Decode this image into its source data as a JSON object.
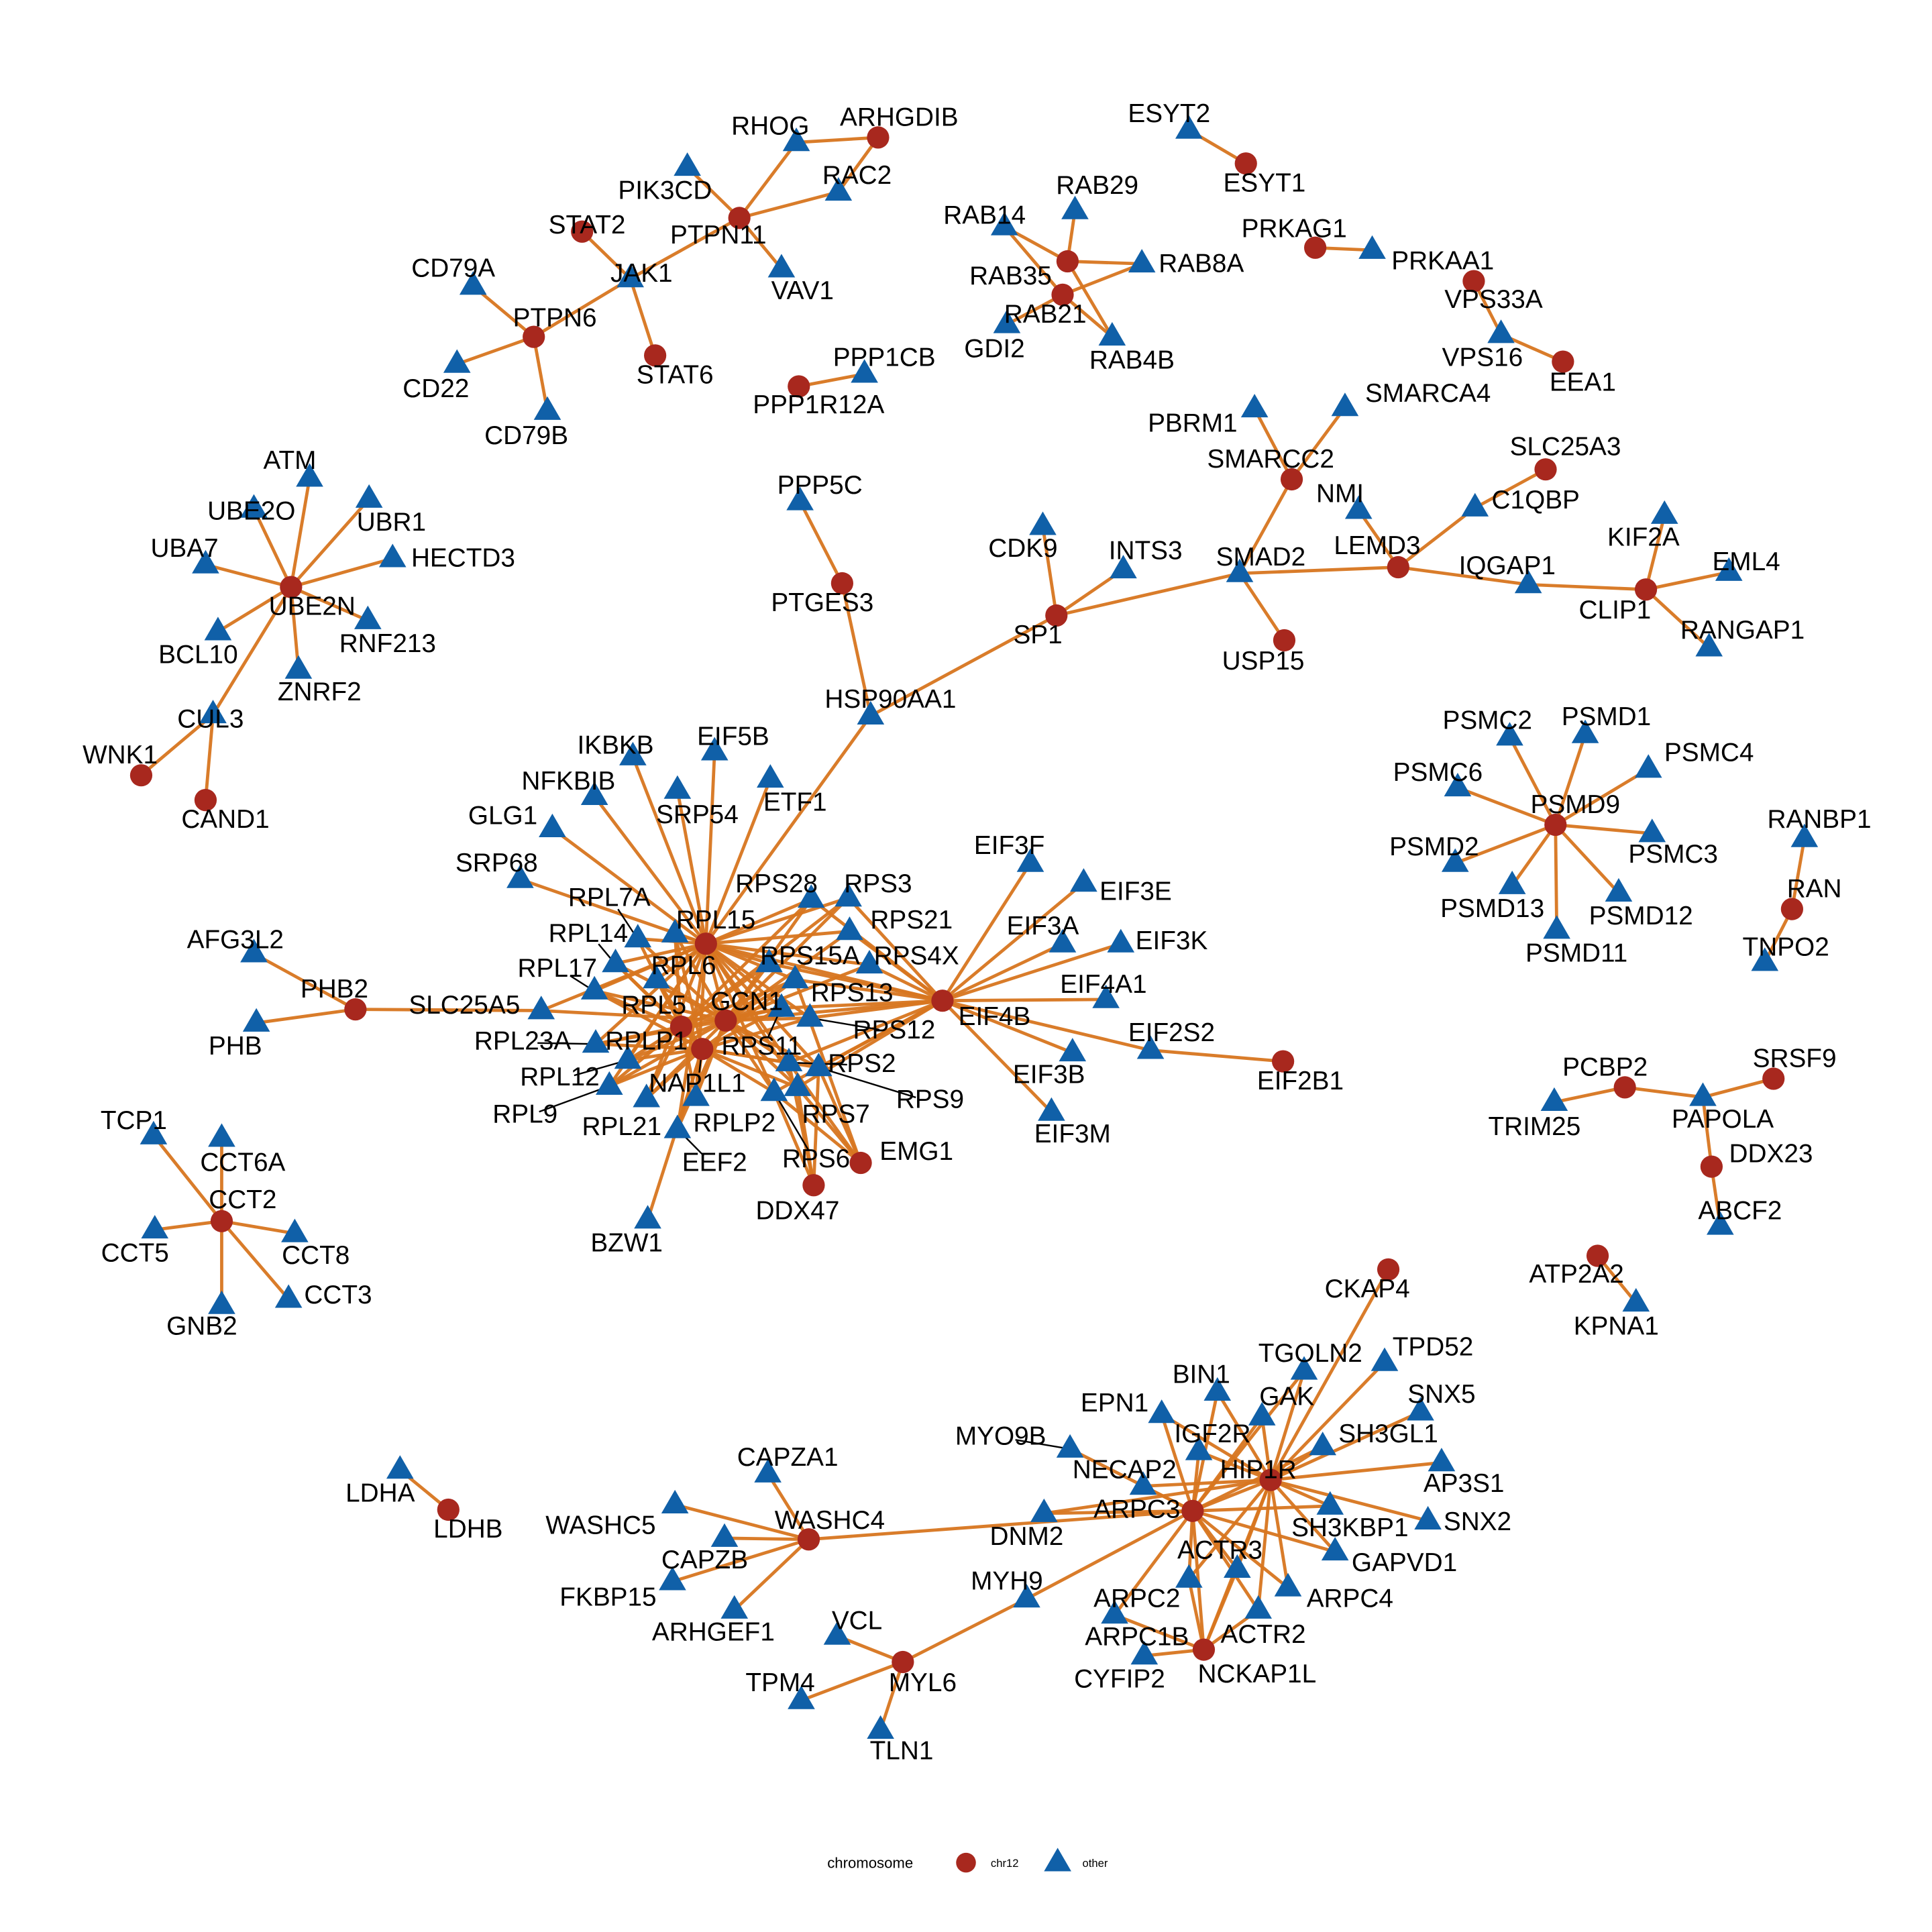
{
  "colors": {
    "edge": "#D8761F",
    "chr12": "#A8281E",
    "other": "#1060A8"
  },
  "legend": {
    "title": "chromosome",
    "items": [
      {
        "label": "chr12",
        "shape": "circle"
      },
      {
        "label": "other",
        "shape": "triangle"
      }
    ]
  },
  "nodes": [
    {
      "name": "RHOG",
      "group": "other"
    },
    {
      "name": "ARHGDIB",
      "group": "chr12"
    },
    {
      "name": "PIK3CD",
      "group": "other"
    },
    {
      "name": "RAC2",
      "group": "other"
    },
    {
      "name": "PTPN11",
      "group": "chr12"
    },
    {
      "name": "STAT2",
      "group": "chr12"
    },
    {
      "name": "JAK1",
      "group": "other"
    },
    {
      "name": "VAV1",
      "group": "other"
    },
    {
      "name": "CD79A",
      "group": "other"
    },
    {
      "name": "PTPN6",
      "group": "chr12"
    },
    {
      "name": "STAT6",
      "group": "chr12"
    },
    {
      "name": "CD22",
      "group": "other"
    },
    {
      "name": "CD79B",
      "group": "other"
    },
    {
      "name": "ESYT2",
      "group": "other"
    },
    {
      "name": "ESYT1",
      "group": "chr12"
    },
    {
      "name": "RAB29",
      "group": "other"
    },
    {
      "name": "RAB14",
      "group": "other"
    },
    {
      "name": "RAB35",
      "group": "chr12"
    },
    {
      "name": "RAB8A",
      "group": "other"
    },
    {
      "name": "RAB21",
      "group": "chr12"
    },
    {
      "name": "GDI2",
      "group": "other"
    },
    {
      "name": "RAB4B",
      "group": "other"
    },
    {
      "name": "PRKAG1",
      "group": "chr12"
    },
    {
      "name": "PRKAA1",
      "group": "other"
    },
    {
      "name": "VPS33A",
      "group": "chr12"
    },
    {
      "name": "VPS16",
      "group": "other"
    },
    {
      "name": "EEA1",
      "group": "chr12"
    },
    {
      "name": "PPP1CB",
      "group": "other"
    },
    {
      "name": "PPP1R12A",
      "group": "chr12"
    },
    {
      "name": "PBRM1",
      "group": "other"
    },
    {
      "name": "SMARCA4",
      "group": "other"
    },
    {
      "name": "SMARCC2",
      "group": "chr12"
    },
    {
      "name": "NMI",
      "group": "other"
    },
    {
      "name": "C1QBP",
      "group": "other"
    },
    {
      "name": "SLC25A3",
      "group": "chr12"
    },
    {
      "name": "LEMD3",
      "group": "chr12"
    },
    {
      "name": "SMAD2",
      "group": "other"
    },
    {
      "name": "USP15",
      "group": "chr12"
    },
    {
      "name": "IQGAP1",
      "group": "other"
    },
    {
      "name": "CLIP1",
      "group": "chr12"
    },
    {
      "name": "KIF2A",
      "group": "other"
    },
    {
      "name": "EML4",
      "group": "other"
    },
    {
      "name": "RANGAP1",
      "group": "other"
    },
    {
      "name": "CDK9",
      "group": "other"
    },
    {
      "name": "INTS3",
      "group": "other"
    },
    {
      "name": "SP1",
      "group": "chr12"
    },
    {
      "name": "PTGES3",
      "group": "chr12"
    },
    {
      "name": "PPP5C",
      "group": "other"
    },
    {
      "name": "HSP90AA1",
      "group": "other"
    },
    {
      "name": "UBE2N",
      "group": "chr12"
    },
    {
      "name": "ATM",
      "group": "other"
    },
    {
      "name": "UBE2O",
      "group": "other"
    },
    {
      "name": "UBR1",
      "group": "other"
    },
    {
      "name": "UBA7",
      "group": "other"
    },
    {
      "name": "HECTD3",
      "group": "other"
    },
    {
      "name": "RNF213",
      "group": "other"
    },
    {
      "name": "BCL10",
      "group": "other"
    },
    {
      "name": "ZNRF2",
      "group": "other"
    },
    {
      "name": "CUL3",
      "group": "other"
    },
    {
      "name": "WNK1",
      "group": "chr12"
    },
    {
      "name": "CAND1",
      "group": "chr12"
    },
    {
      "name": "RPL15",
      "group": "chr12"
    },
    {
      "name": "GCN1",
      "group": "chr12"
    },
    {
      "name": "RPLP1",
      "group": "chr12"
    },
    {
      "name": "NAP1L1",
      "group": "chr12"
    },
    {
      "name": "RPL7A",
      "group": "other"
    },
    {
      "name": "RPL6",
      "group": "other"
    },
    {
      "name": "RPL14",
      "group": "other"
    },
    {
      "name": "RPL17",
      "group": "other"
    },
    {
      "name": "RPL5",
      "group": "other"
    },
    {
      "name": "SLC25A5",
      "group": "other"
    },
    {
      "name": "RPL23A",
      "group": "other"
    },
    {
      "name": "RPL12",
      "group": "other"
    },
    {
      "name": "RPL9",
      "group": "other"
    },
    {
      "name": "RPL21",
      "group": "other"
    },
    {
      "name": "RPLP2",
      "group": "other"
    },
    {
      "name": "EEF2",
      "group": "other"
    },
    {
      "name": "RPS11",
      "group": "other"
    },
    {
      "name": "RPS12",
      "group": "other"
    },
    {
      "name": "RPS13",
      "group": "other"
    },
    {
      "name": "RPS15A",
      "group": "other"
    },
    {
      "name": "RPS4X",
      "group": "other"
    },
    {
      "name": "RPS21",
      "group": "other"
    },
    {
      "name": "RPS3",
      "group": "other"
    },
    {
      "name": "RPS28",
      "group": "other"
    },
    {
      "name": "RPS2",
      "group": "other"
    },
    {
      "name": "RPS9",
      "group": "other"
    },
    {
      "name": "RPS7",
      "group": "other"
    },
    {
      "name": "RPS6",
      "group": "other"
    },
    {
      "name": "EMG1",
      "group": "chr12"
    },
    {
      "name": "DDX47",
      "group": "chr12"
    },
    {
      "name": "EIF4B",
      "group": "chr12"
    },
    {
      "name": "BZW1",
      "group": "other"
    },
    {
      "name": "IKBKB",
      "group": "other"
    },
    {
      "name": "EIF5B",
      "group": "other"
    },
    {
      "name": "NFKBIB",
      "group": "other"
    },
    {
      "name": "SRP54",
      "group": "other"
    },
    {
      "name": "ETF1",
      "group": "other"
    },
    {
      "name": "GLG1",
      "group": "other"
    },
    {
      "name": "SRP68",
      "group": "other"
    },
    {
      "name": "EIF3F",
      "group": "other"
    },
    {
      "name": "EIF3E",
      "group": "other"
    },
    {
      "name": "EIF3A",
      "group": "other"
    },
    {
      "name": "EIF3K",
      "group": "other"
    },
    {
      "name": "EIF4A1",
      "group": "other"
    },
    {
      "name": "EIF2S2",
      "group": "other"
    },
    {
      "name": "EIF2B1",
      "group": "chr12"
    },
    {
      "name": "EIF3B",
      "group": "other"
    },
    {
      "name": "EIF3M",
      "group": "other"
    },
    {
      "name": "PHB2",
      "group": "chr12"
    },
    {
      "name": "AFG3L2",
      "group": "other"
    },
    {
      "name": "PHB",
      "group": "other"
    },
    {
      "name": "CCT2",
      "group": "chr12"
    },
    {
      "name": "TCP1",
      "group": "other"
    },
    {
      "name": "CCT6A",
      "group": "other"
    },
    {
      "name": "CCT5",
      "group": "other"
    },
    {
      "name": "CCT8",
      "group": "other"
    },
    {
      "name": "CCT3",
      "group": "other"
    },
    {
      "name": "GNB2",
      "group": "other"
    },
    {
      "name": "PSMD9",
      "group": "chr12"
    },
    {
      "name": "PSMC2",
      "group": "other"
    },
    {
      "name": "PSMD1",
      "group": "other"
    },
    {
      "name": "PSMC4",
      "group": "other"
    },
    {
      "name": "PSMC6",
      "group": "other"
    },
    {
      "name": "PSMD2",
      "group": "other"
    },
    {
      "name": "PSMC3",
      "group": "other"
    },
    {
      "name": "PSMD13",
      "group": "other"
    },
    {
      "name": "PSMD12",
      "group": "other"
    },
    {
      "name": "PSMD11",
      "group": "other"
    },
    {
      "name": "RANBP1",
      "group": "other"
    },
    {
      "name": "RAN",
      "group": "chr12"
    },
    {
      "name": "TNPO2",
      "group": "other"
    },
    {
      "name": "PCBP2",
      "group": "chr12"
    },
    {
      "name": "TRIM25",
      "group": "other"
    },
    {
      "name": "PAPOLA",
      "group": "other"
    },
    {
      "name": "SRSF9",
      "group": "chr12"
    },
    {
      "name": "DDX23",
      "group": "chr12"
    },
    {
      "name": "ABCF2",
      "group": "other"
    },
    {
      "name": "ATP2A2",
      "group": "chr12"
    },
    {
      "name": "KPNA1",
      "group": "other"
    },
    {
      "name": "CKAP4",
      "group": "chr12"
    },
    {
      "name": "HIP1R",
      "group": "chr12"
    },
    {
      "name": "ARPC3",
      "group": "chr12"
    },
    {
      "name": "NCKAP1L",
      "group": "chr12"
    },
    {
      "name": "DNM2",
      "group": "other"
    },
    {
      "name": "MYO9B",
      "group": "other"
    },
    {
      "name": "EPN1",
      "group": "other"
    },
    {
      "name": "BIN1",
      "group": "other"
    },
    {
      "name": "TGOLN2",
      "group": "other"
    },
    {
      "name": "GAK",
      "group": "other"
    },
    {
      "name": "IGF2R",
      "group": "other"
    },
    {
      "name": "NECAP2",
      "group": "other"
    },
    {
      "name": "SH3GL1",
      "group": "other"
    },
    {
      "name": "ACTR3",
      "group": "other"
    },
    {
      "name": "ARPC2",
      "group": "other"
    },
    {
      "name": "ARPC1B",
      "group": "other"
    },
    {
      "name": "CYFIP2",
      "group": "other"
    },
    {
      "name": "ARPC4",
      "group": "other"
    },
    {
      "name": "ACTR2",
      "group": "other"
    },
    {
      "name": "TPD52",
      "group": "other"
    },
    {
      "name": "SNX5",
      "group": "other"
    },
    {
      "name": "AP3S1",
      "group": "other"
    },
    {
      "name": "SH3KBP1",
      "group": "other"
    },
    {
      "name": "SNX2",
      "group": "other"
    },
    {
      "name": "GAPVD1",
      "group": "other"
    },
    {
      "name": "WASHC4",
      "group": "chr12"
    },
    {
      "name": "CAPZA1",
      "group": "other"
    },
    {
      "name": "WASHC5",
      "group": "other"
    },
    {
      "name": "CAPZB",
      "group": "other"
    },
    {
      "name": "FKBP15",
      "group": "other"
    },
    {
      "name": "ARHGEF1",
      "group": "other"
    },
    {
      "name": "MYH9",
      "group": "other"
    },
    {
      "name": "MYL6",
      "group": "chr12"
    },
    {
      "name": "VCL",
      "group": "other"
    },
    {
      "name": "TPM4",
      "group": "other"
    },
    {
      "name": "TLN1",
      "group": "other"
    },
    {
      "name": "LDHA",
      "group": "other"
    },
    {
      "name": "LDHB",
      "group": "chr12"
    }
  ],
  "edges": [
    [
      "PTPN11",
      [
        "RHOG",
        "RAC2",
        "PIK3CD",
        "VAV1",
        "JAK1"
      ]
    ],
    [
      "ARHGDIB",
      [
        "RHOG",
        "RAC2"
      ]
    ],
    [
      "JAK1",
      [
        "STAT2",
        "STAT6",
        "PTPN6"
      ]
    ],
    [
      "PTPN6",
      [
        "CD79A",
        "CD22",
        "CD79B"
      ]
    ],
    [
      "ESYT1",
      [
        "ESYT2"
      ]
    ],
    [
      "RAB35",
      [
        "RAB29",
        "RAB14",
        "RAB8A",
        "RAB4B"
      ]
    ],
    [
      "RAB21",
      [
        "RAB14",
        "RAB8A",
        "GDI2",
        "RAB4B"
      ]
    ],
    [
      "PRKAG1",
      [
        "PRKAA1"
      ]
    ],
    [
      "VPS16",
      [
        "VPS33A",
        "EEA1"
      ]
    ],
    [
      "PPP1R12A",
      [
        "PPP1CB"
      ]
    ],
    [
      "SMARCC2",
      [
        "PBRM1",
        "SMARCA4",
        "SMAD2"
      ]
    ],
    [
      "SMAD2",
      [
        "USP15",
        "SP1",
        "LEMD3"
      ]
    ],
    [
      "LEMD3",
      [
        "NMI",
        "C1QBP",
        "IQGAP1"
      ]
    ],
    [
      "C1QBP",
      [
        "SLC25A3"
      ]
    ],
    [
      "CLIP1",
      [
        "IQGAP1",
        "KIF2A",
        "EML4",
        "RANGAP1"
      ]
    ],
    [
      "SP1",
      [
        "CDK9",
        "INTS3",
        "HSP90AA1"
      ]
    ],
    [
      "PTGES3",
      [
        "PPP5C",
        "HSP90AA1"
      ]
    ],
    [
      "HSP90AA1",
      [
        "RPL15"
      ]
    ],
    [
      "UBE2N",
      [
        "ATM",
        "UBE2O",
        "UBR1",
        "UBA7",
        "HECTD3",
        "RNF213",
        "BCL10",
        "ZNRF2",
        "CUL3"
      ]
    ],
    [
      "CUL3",
      [
        "WNK1",
        "CAND1"
      ]
    ],
    [
      "RPL15",
      [
        "IKBKB",
        "EIF5B",
        "NFKBIB",
        "SRP54",
        "ETF1",
        "GLG1",
        "SRP68",
        "RPL7A",
        "RPL6",
        "RPL14",
        "RPL17",
        "RPL5",
        "SLC25A5",
        "RPL23A",
        "RPL12",
        "RPL9",
        "RPL21",
        "RPLP2",
        "EEF2",
        "RPS11",
        "RPS12",
        "RPS13",
        "RPS15A",
        "RPS4X",
        "RPS21",
        "RPS3",
        "RPS28",
        "RPS2",
        "RPS9",
        "RPS7",
        "RPS6",
        "EIF4B",
        "GCN1"
      ]
    ],
    [
      "GCN1",
      [
        "RPL7A",
        "RPL6",
        "RPL14",
        "RPL17",
        "RPL5",
        "SLC25A5",
        "RPL23A",
        "RPL12",
        "RPL9",
        "RPL21",
        "RPLP2",
        "EEF2",
        "RPS11",
        "RPS12",
        "RPS13",
        "RPS15A",
        "RPS4X",
        "RPS21",
        "RPS3",
        "RPS28",
        "RPS2",
        "RPS9",
        "RPS7",
        "RPS6",
        "EIF4B"
      ]
    ],
    [
      "NAP1L1",
      [
        "RPL6",
        "RPL14",
        "RPL17",
        "RPL5",
        "RPL23A",
        "RPL12",
        "RPL9",
        "RPL21",
        "RPLP2",
        "EEF2",
        "RPS11",
        "RPS12",
        "RPS13",
        "RPS2",
        "RPS9",
        "RPS7",
        "RPS6",
        "BZW1"
      ]
    ],
    [
      "RPLP1",
      [
        "RPL7A",
        "RPL6",
        "RPL14",
        "RPL17",
        "RPL5",
        "RPL23A",
        "RPL12",
        "RPL9",
        "RPL21",
        "RPLP2",
        "RPS11",
        "RPS13",
        "RPS15A",
        "RPS3",
        "RPS28"
      ]
    ],
    [
      "EIF4B",
      [
        "RPS11",
        "RPS12",
        "RPS13",
        "RPS15A",
        "RPS4X",
        "RPS21",
        "RPS3",
        "RPS28",
        "RPS2",
        "RPS9",
        "RPS7",
        "RPS6",
        "EIF3F",
        "EIF3E",
        "EIF3A",
        "EIF3K",
        "EIF4A1",
        "EIF2S2",
        "EIF3B",
        "EIF3M"
      ]
    ],
    [
      "EMG1",
      [
        "RPS2",
        "RPS9",
        "RPS7",
        "RPS6",
        "RPS13"
      ]
    ],
    [
      "DDX47",
      [
        "RPS2",
        "RPS9",
        "RPS7",
        "RPS6"
      ]
    ],
    [
      "EIF2B1",
      [
        "EIF2S2"
      ]
    ],
    [
      "PHB2",
      [
        "SLC25A5",
        "AFG3L2",
        "PHB"
      ]
    ],
    [
      "CCT2",
      [
        "TCP1",
        "CCT6A",
        "CCT5",
        "CCT8",
        "CCT3",
        "GNB2"
      ]
    ],
    [
      "PSMD9",
      [
        "PSMC2",
        "PSMD1",
        "PSMC4",
        "PSMC6",
        "PSMD2",
        "PSMC3",
        "PSMD13",
        "PSMD12",
        "PSMD11"
      ]
    ],
    [
      "RAN",
      [
        "RANBP1",
        "TNPO2"
      ]
    ],
    [
      "PCBP2",
      [
        "TRIM25",
        "PAPOLA"
      ]
    ],
    [
      "PAPOLA",
      [
        "SRSF9",
        "DDX23"
      ]
    ],
    [
      "DDX23",
      [
        "ABCF2"
      ]
    ],
    [
      "ATP2A2",
      [
        "KPNA1"
      ]
    ],
    [
      "HIP1R",
      [
        "CKAP4",
        "TGOLN2",
        "TPD52",
        "SNX5",
        "BIN1",
        "GAK",
        "IGF2R",
        "EPN1",
        "SH3GL1",
        "AP3S1",
        "SH3KBP1",
        "SNX2",
        "GAPVD1",
        "ARPC4",
        "ACTR2",
        "ACTR3",
        "ARPC2",
        "NECAP2",
        "DNM2",
        "ARPC3",
        "NCKAP1L"
      ]
    ],
    [
      "ARPC3",
      [
        "MYO9B",
        "NECAP2",
        "EPN1",
        "BIN1",
        "IGF2R",
        "GAK",
        "TGOLN2",
        "SH3GL1",
        "SH3KBP1",
        "GAPVD1",
        "ARPC4",
        "ACTR2",
        "ACTR3",
        "ARPC2",
        "ARPC1B",
        "DNM2",
        "WASHC4",
        "MYH9",
        "NCKAP1L"
      ]
    ],
    [
      "NCKAP1L",
      [
        "CYFIP2",
        "ARPC1B",
        "ACTR3",
        "ARPC2",
        "ACTR2"
      ]
    ],
    [
      "WASHC4",
      [
        "CAPZA1",
        "WASHC5",
        "CAPZB",
        "FKBP15",
        "ARHGEF1"
      ]
    ],
    [
      "MYL6",
      [
        "VCL",
        "TPM4",
        "TLN1",
        "MYH9"
      ]
    ],
    [
      "LDHB",
      [
        "LDHA"
      ]
    ]
  ]
}
